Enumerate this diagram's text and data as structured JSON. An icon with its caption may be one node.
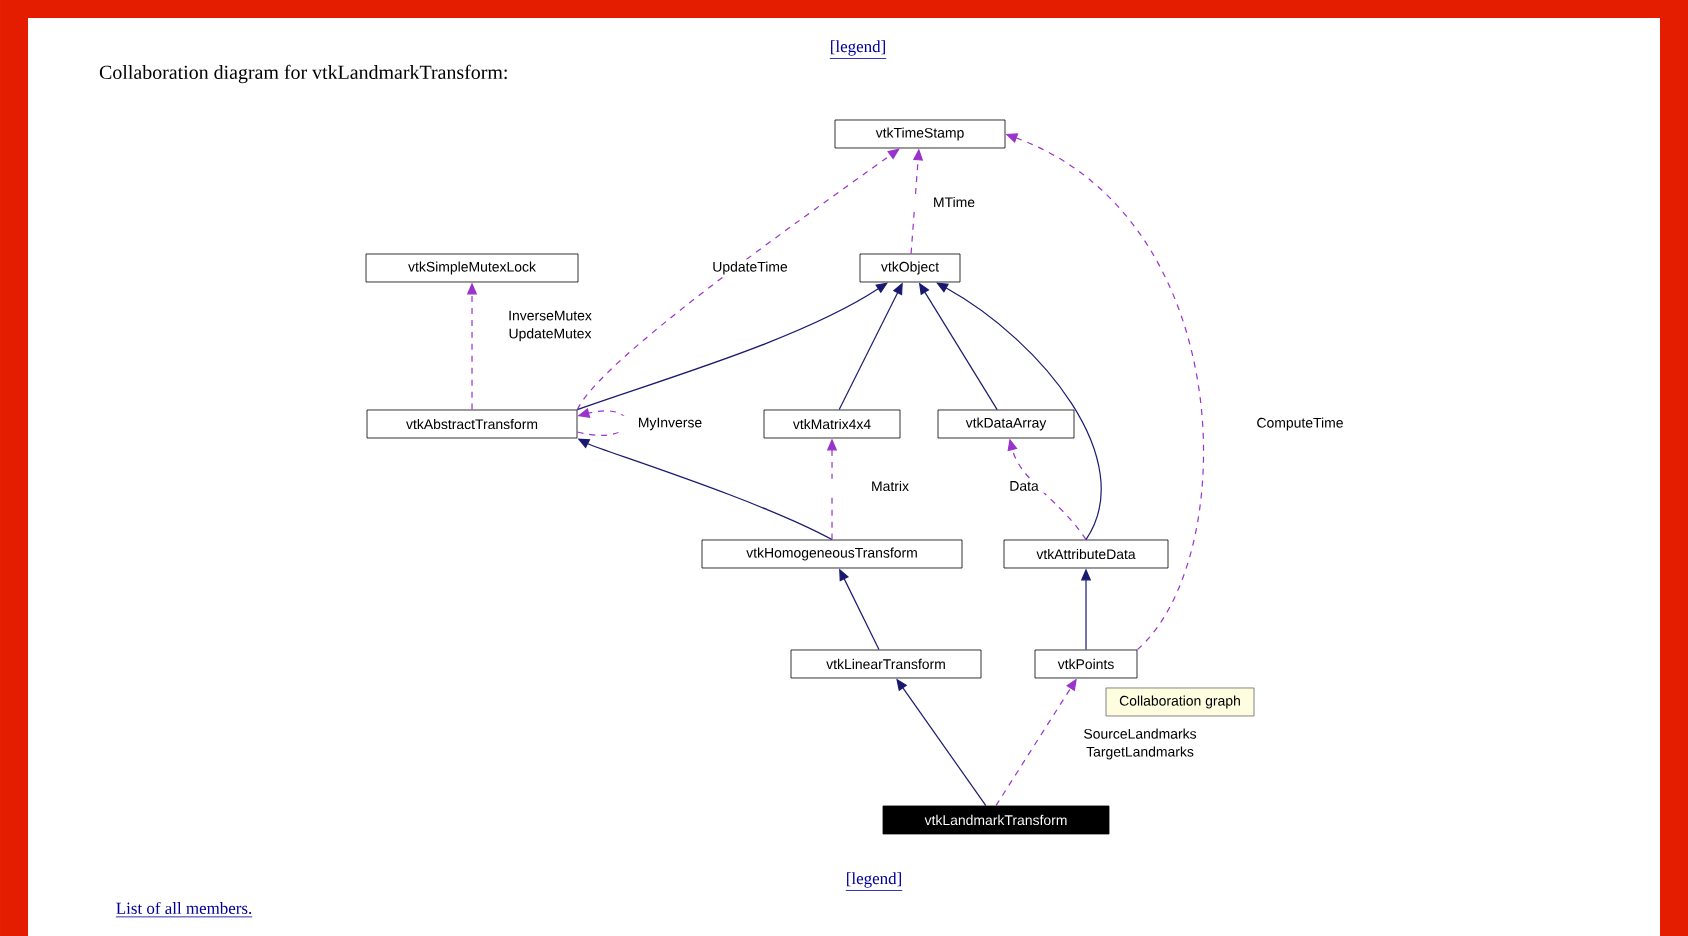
{
  "diagram": {
    "title": "Collaboration diagram for vtkLandmarkTransform:",
    "nodes": [
      {
        "text": [
          "vtkTimeStamp"
        ]
      },
      {
        "text": [
          "vtkSimpleMutexLock"
        ]
      },
      {
        "text": [
          "vtkObject"
        ]
      },
      {
        "text": [
          "vtkAbstractTransform"
        ]
      },
      {
        "text": [
          "vtkMatrix4x4"
        ]
      },
      {
        "text": [
          "vtkDataArray"
        ]
      },
      {
        "text": [
          "vtkHomogeneousTransform"
        ]
      },
      {
        "text": [
          "vtkAttributeData"
        ]
      },
      {
        "text": [
          "vtkLinearTransform"
        ]
      },
      {
        "text": [
          "vtkPoints"
        ]
      },
      {
        "text": [
          "Collaboration graph"
        ]
      },
      {
        "text": [
          "vtkLandmarkTransform"
        ]
      }
    ],
    "edges": [
      {
        "from": 2,
        "to": 0,
        "arrow": "to",
        "label": "MTime",
        "style": "dashed",
        "color": "#9a32cd"
      },
      {
        "from": 3,
        "to": 0,
        "arrow": "to",
        "label": "UpdateTime",
        "style": "dashed",
        "color": "#9a32cd"
      },
      {
        "from": 9,
        "to": 0,
        "arrow": "to",
        "label": "ComputeTime",
        "style": "dashed",
        "color": "#9a32cd"
      },
      {
        "from": 3,
        "to": 1,
        "arrow": "to",
        "label": "InverseMutex UpdateMutex",
        "style": "dashed",
        "color": "#9a32cd"
      },
      {
        "from": 3,
        "to": 3,
        "arrow": "to",
        "label": "MyInverse",
        "style": "dashed",
        "color": "#9a32cd"
      },
      {
        "from": 3,
        "to": 2,
        "arrow": "to",
        "color": "#191970"
      },
      {
        "from": 4,
        "to": 2,
        "arrow": "to",
        "color": "#191970"
      },
      {
        "from": 5,
        "to": 2,
        "arrow": "to",
        "color": "#191970"
      },
      {
        "from": 7,
        "to": 2,
        "arrow": "to",
        "color": "#191970"
      },
      {
        "from": 6,
        "to": 3,
        "arrow": "to",
        "color": "#191970"
      },
      {
        "from": 6,
        "to": 4,
        "arrow": "to",
        "label": "Matrix",
        "style": "dashed",
        "color": "#9a32cd"
      },
      {
        "from": 7,
        "to": 5,
        "arrow": "to",
        "label": "Data",
        "style": "dashed",
        "color": "#9a32cd"
      },
      {
        "from": 8,
        "to": 6,
        "arrow": "to",
        "color": "#191970"
      },
      {
        "from": 9,
        "to": 7,
        "arrow": "to",
        "color": "#191970"
      },
      {
        "from": 11,
        "to": 8,
        "arrow": "to",
        "color": "#191970"
      },
      {
        "from": 11,
        "to": 9,
        "arrow": "to",
        "label": "SourceLandmarks TargetLandmarks",
        "style": "dashed",
        "color": "#9a32cd"
      }
    ],
    "labels": [
      "[legend]",
      "[legend]",
      "List of all members."
    ]
  }
}
